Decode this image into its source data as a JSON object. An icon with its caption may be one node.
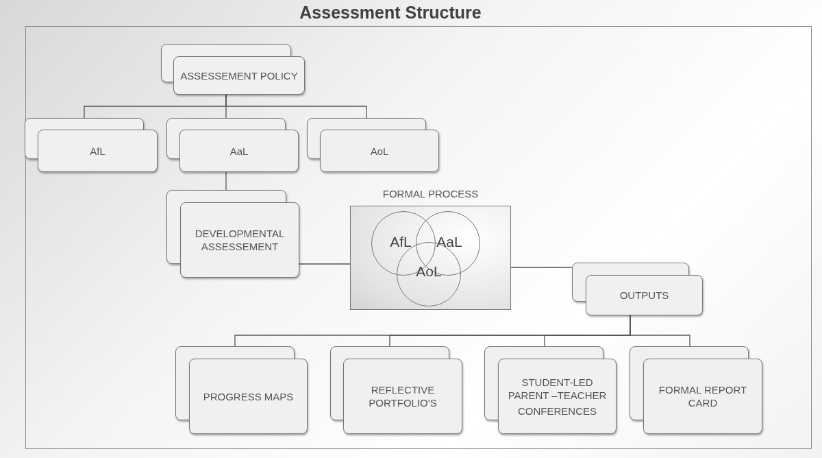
{
  "diagram": {
    "title": "Assessment Structure",
    "nodes": [
      {
        "text": [
          "ASSESSEMENT POLICY"
        ]
      },
      {
        "text": [
          "AfL"
        ]
      },
      {
        "text": [
          "AaL"
        ]
      },
      {
        "text": [
          "AoL"
        ]
      },
      {
        "text": [
          "DEVELOPMENTAL ASSESSEMENT"
        ]
      },
      {
        "text": [
          "FORMAL PROCESS"
        ]
      },
      {
        "text": [
          "AfL"
        ],
        "in": 5
      },
      {
        "text": [
          "AaL"
        ],
        "in": 5
      },
      {
        "text": [
          "AoL"
        ],
        "in": 5
      },
      {
        "text": [
          "OUTPUTS"
        ]
      },
      {
        "text": [
          "PROGRESS MAPS"
        ]
      },
      {
        "text": [
          "REFLECTIVE PORTFOLIO'S"
        ]
      },
      {
        "text": [
          "STUDENT-LED PARENT –TEACHER",
          "CONFERENCES"
        ]
      },
      {
        "text": [
          "FORMAL REPORT CARD"
        ]
      }
    ],
    "edges": [
      {
        "from": 0,
        "to": 1,
        "arrow": "none"
      },
      {
        "from": 0,
        "to": 2,
        "arrow": "none"
      },
      {
        "from": 0,
        "to": 3,
        "arrow": "none"
      },
      {
        "from": 2,
        "to": 4,
        "arrow": "none"
      },
      {
        "from": 4,
        "to": 5,
        "arrow": "none"
      },
      {
        "from": 5,
        "to": 9,
        "arrow": "none"
      },
      {
        "from": 9,
        "to": 10,
        "arrow": "none"
      },
      {
        "from": 9,
        "to": 11,
        "arrow": "none"
      },
      {
        "from": 9,
        "to": 12,
        "arrow": "none"
      },
      {
        "from": 9,
        "to": 13,
        "arrow": "none"
      }
    ]
  }
}
